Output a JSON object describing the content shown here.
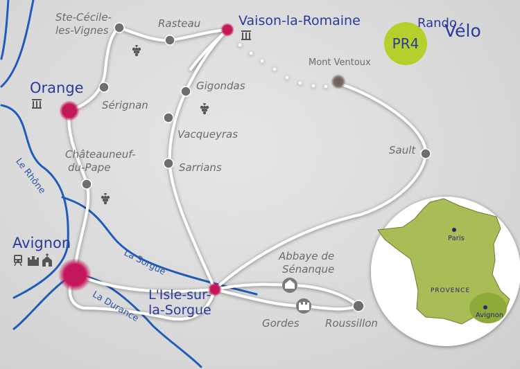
{
  "brand": {
    "route_code": "PR4",
    "word1": "Rando",
    "word2": "Vélo"
  },
  "cities": {
    "vaison": "Vaison-la-Romaine",
    "orange": "Orange",
    "avignon": "Avignon",
    "isle_line1": "L'Isle-sur-",
    "isle_line2": "la-Sorgue"
  },
  "places": {
    "ste_cecile_1": "Ste-Cécile-",
    "ste_cecile_2": "les-Vignes",
    "rasteau": "Rasteau",
    "mont_ventoux": "Mont Ventoux",
    "gigondas": "Gigondas",
    "serignan": "Sérignan",
    "vacqueyras": "Vacqueyras",
    "chateauneuf_1": "Châteauneuf-",
    "chateauneuf_2": "du-Pape",
    "sarrians": "Sarrians",
    "sault": "Sault",
    "abbaye_1": "Abbaye de",
    "abbaye_2": "Sénanque",
    "gordes": "Gordes",
    "roussillon": "Roussillon"
  },
  "rivers": {
    "rhone": "Le Rhône",
    "sorgue": "La Sorgue",
    "durance": "La Durance"
  },
  "inset": {
    "paris": "Paris",
    "region": "PROVENCE",
    "avignon": "Avignon"
  },
  "icons": {
    "temple": "roman-temple-icon",
    "grapes": "wine-grapes-icon",
    "train": "train-icon",
    "castle": "castle-icon",
    "church": "church-icon",
    "abbey": "abbey-icon"
  },
  "colors": {
    "route": "#ffffff",
    "waypoint": "#6e6e6e",
    "city_marker": "#c4185a",
    "river": "#1f5bb8",
    "city_text": "#2a3a9c",
    "badge": "#b5cf2c",
    "france_fill": "#a8bd55",
    "provence_fill": "#8eaa3a"
  }
}
